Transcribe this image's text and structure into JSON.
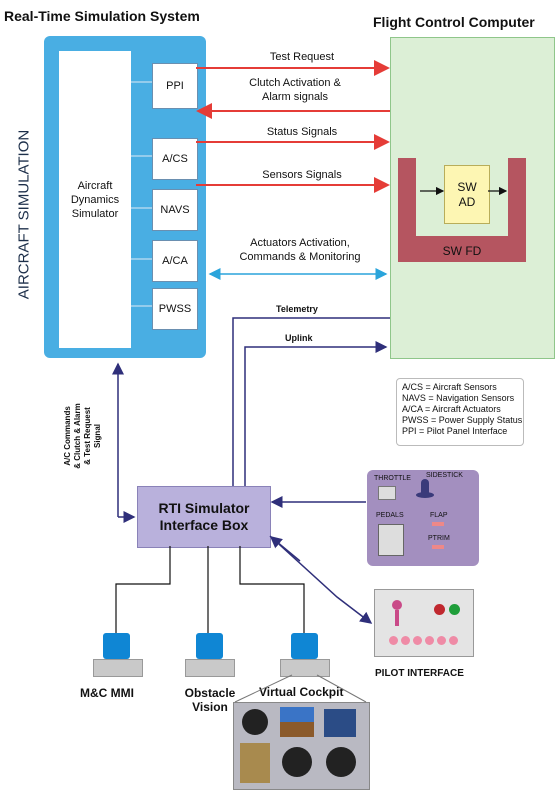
{
  "titles": {
    "rts": "Real-Time Simulation System",
    "fcc": "Flight Control Computer"
  },
  "rts": {
    "vertical_label": "AIRCRAFT SIMULATION",
    "dynamics": "Aircraft Dynamics Simulator",
    "modules": [
      "PPI",
      "A/CS",
      "NAVS",
      "A/CA",
      "PWSS"
    ]
  },
  "fcc": {
    "sw_ad": "SW AD",
    "sw_fd": "SW FD"
  },
  "signals": {
    "test_request": "Test Request",
    "clutch": "Clutch Activation & Alarm signals",
    "status": "Status Signals",
    "sensors": "Sensors Signals",
    "actuators": "Actuators Activation, Commands & Monitoring",
    "telemetry": "Telemetry",
    "uplink": "Uplink",
    "ac_commands": "A/C Commands & Clutch & Alarm & Test Request Signal"
  },
  "legend": [
    "A/CS = Aircraft Sensors",
    "NAVS = Navigation Sensors",
    "A/CA = Aircraft Actuators",
    "PWSS = Power Supply Status",
    "PPI    = Pilot Panel Interface"
  ],
  "rti_box": "RTI Simulator Interface Box",
  "controls": {
    "throttle": "THROTTLE",
    "sidestick": "SIDESTICK",
    "pedals": "PEDALS",
    "flap": "FLAP",
    "ptrim": "PTRIM"
  },
  "pilot_interface": "PILOT INTERFACE",
  "stations": {
    "mc_mmi": "M&C MMI",
    "obstacle_vision": "Obstacle Vision",
    "virtual_cockpit": "Virtual Cockpit"
  },
  "colors": {
    "rts_blue": "#49aee3",
    "fcc_green": "#dcefd6",
    "sw_fd_red": "#b55560",
    "sw_ad_yellow": "#fdf6b3",
    "red_arrow": "#e53c37",
    "navy_line": "#2f2f7a",
    "rti_purple": "#b9b1dc",
    "controls_purple": "#a38fbf",
    "cyan_arrow": "#2aa4db"
  }
}
